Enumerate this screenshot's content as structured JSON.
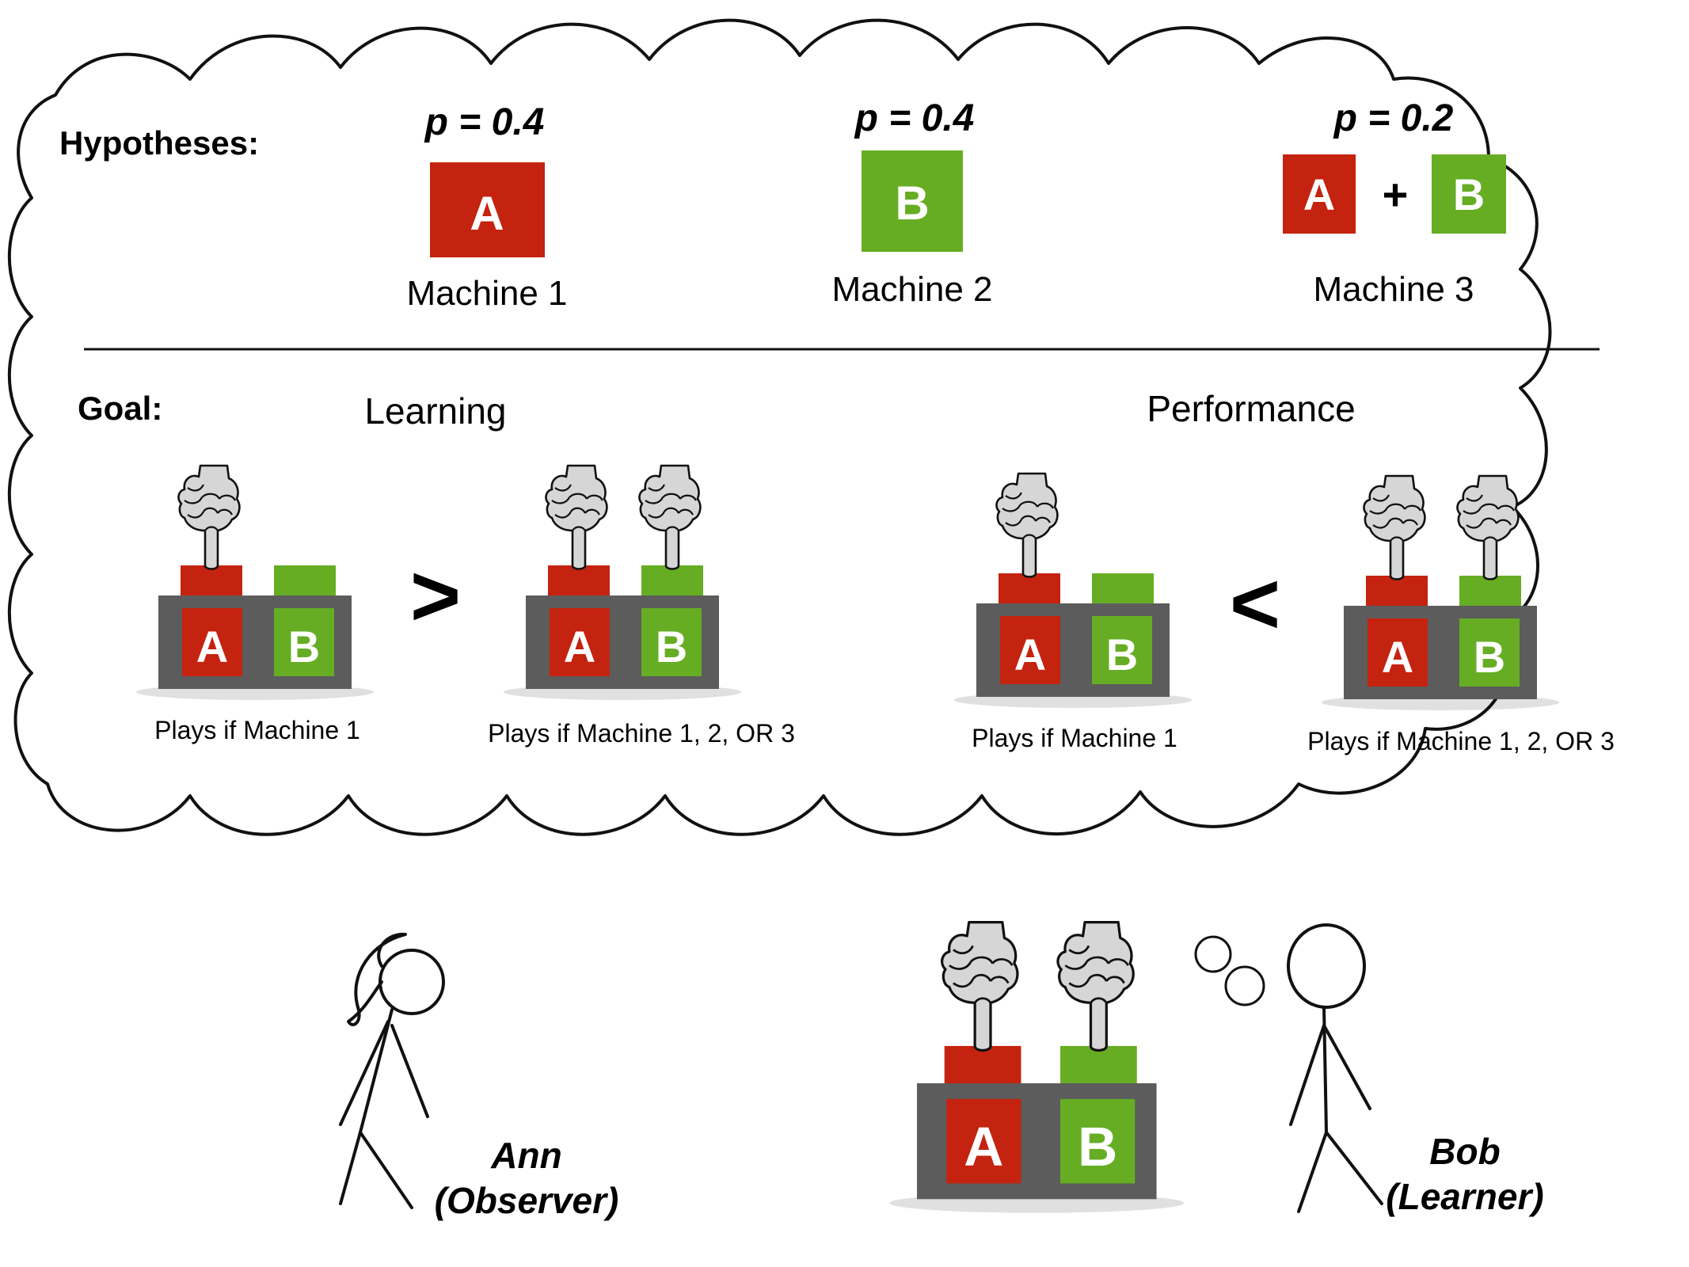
{
  "colors": {
    "red": "#c4230f",
    "green": "#66ad24",
    "machine_body": "#5c5c5c",
    "hand_fill": "#d6d6d6"
  },
  "hypotheses": {
    "heading": "Hypotheses:",
    "items": [
      {
        "prob": "p = 0.4",
        "boxes": [
          "A"
        ],
        "name": "Machine 1"
      },
      {
        "prob": "p = 0.4",
        "boxes": [
          "B"
        ],
        "name": "Machine 2"
      },
      {
        "prob": "p = 0.2",
        "boxes": [
          "A",
          "B"
        ],
        "plus": "+",
        "name": "Machine 3"
      }
    ]
  },
  "goal": {
    "heading": "Goal:",
    "learning": {
      "title": "Learning",
      "comparator": ">",
      "left_caption": "Plays if Machine 1",
      "right_caption": "Plays if Machine 1, 2, OR 3"
    },
    "performance": {
      "title": "Performance",
      "comparator": "<",
      "left_caption": "Plays if Machine 1",
      "right_caption": "Plays if Machine 1, 2, OR 3"
    }
  },
  "machine": {
    "button_a": "A",
    "button_b": "B"
  },
  "observer": {
    "name": "Ann",
    "role": "(Observer)"
  },
  "learner": {
    "name": "Bob",
    "role": "(Learner)"
  },
  "icons": [
    "pointing-hand-icon",
    "stick-figure-icon",
    "thought-bubble-icon"
  ]
}
